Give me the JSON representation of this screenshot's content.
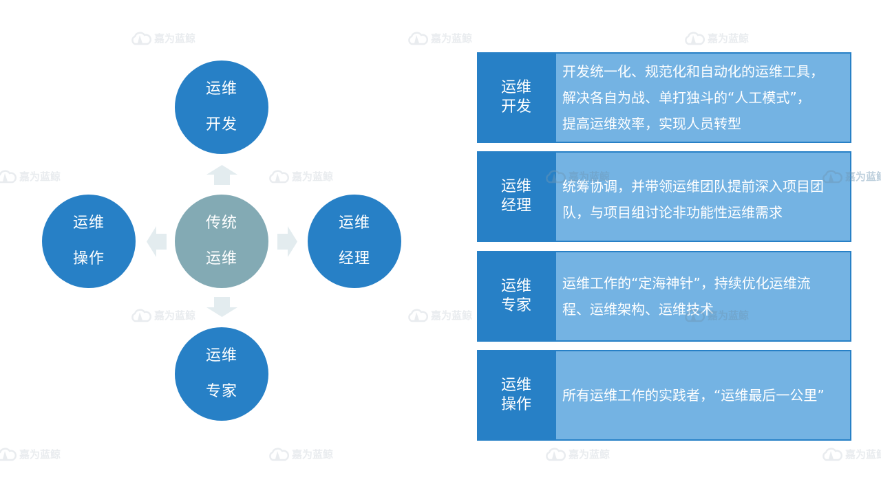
{
  "diagram": {
    "center": {
      "lines": [
        "传统",
        "运维"
      ],
      "color": "#83aab4"
    },
    "roles": [
      {
        "position": "top",
        "lines": [
          "运维",
          "开发"
        ]
      },
      {
        "position": "right",
        "lines": [
          "运维",
          "经理"
        ]
      },
      {
        "position": "bottom",
        "lines": [
          "运维",
          "专家"
        ]
      },
      {
        "position": "left",
        "lines": [
          "运维",
          "操作"
        ]
      }
    ],
    "role_color": "#2780c6",
    "arrow_color": "#e3ecef",
    "arrows": [
      "up-arrow",
      "right-arrow",
      "down-arrow",
      "left-arrow"
    ]
  },
  "descriptions": [
    {
      "label": [
        "运维",
        "开发"
      ],
      "text_lines": [
        "开发统一化、规范化和自动化的运维工具，",
        "解决各自为战、单打独斗的“人工模式”，",
        "提高运维效率，实现人员转型"
      ]
    },
    {
      "label": [
        "运维",
        "经理"
      ],
      "text_lines": [
        "统筹协调，并带领运维团队提前深入项目团",
        "队，与项目组讨论非功能性运维需求"
      ]
    },
    {
      "label": [
        "运维",
        "专家"
      ],
      "text_lines": [
        "运维工作的“定海神针”，持续优化运维流",
        "程、运维架构、运维技术"
      ]
    },
    {
      "label": [
        "运维",
        "操作"
      ],
      "text_lines": [
        "所有运维工作的实践者，“运维最后一公里”"
      ]
    }
  ],
  "colors": {
    "box_dark": "#2780c6",
    "box_light": "#74b3e3",
    "text": "#ffffff"
  },
  "watermark": {
    "text": "嘉为蓝鲸",
    "icon": "cloud-sail-logo-icon"
  }
}
